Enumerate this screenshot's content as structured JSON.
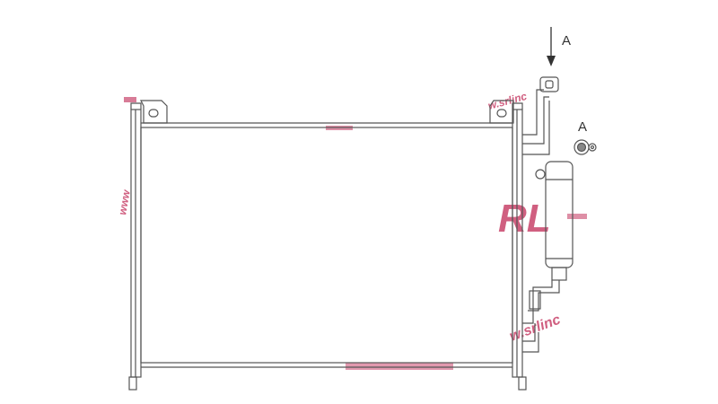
{
  "diagram": {
    "callouts": {
      "view_arrow_label": "A",
      "detail_label": "A"
    },
    "watermark": {
      "brand_text": "RL",
      "url_fragment_1": "w.srlinc",
      "url_fragment_2": "w.srlinc",
      "url_fragment_3": "www",
      "color": "#c8446b"
    },
    "colors": {
      "line": "#555555",
      "background": "#ffffff"
    }
  }
}
